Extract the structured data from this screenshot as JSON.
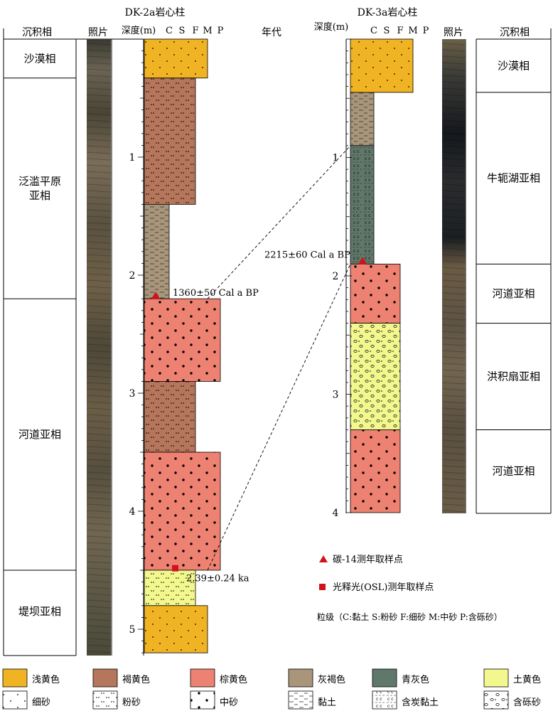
{
  "columns": {
    "left_title": "DK-2a岩心柱",
    "right_title": "DK-3a岩心柱",
    "facies_header": "沉积相",
    "photo_header": "照片",
    "depth_header": "深度(m)",
    "age_header": "年代",
    "grain_headers": [
      "C",
      "S",
      "F",
      "M",
      "P"
    ]
  },
  "left_core": {
    "depth_ticks": [
      "1",
      "2",
      "3",
      "4",
      "5"
    ],
    "facies": [
      {
        "label": "沙漠相",
        "top": 0,
        "bottom": 0.33
      },
      {
        "label": "泛滥平原\n亚相",
        "top": 0.33,
        "bottom": 2.2
      },
      {
        "label": "河道亚相",
        "top": 2.2,
        "bottom": 4.5
      },
      {
        "label": "堤坝亚相",
        "top": 4.5,
        "bottom": 5.2
      }
    ],
    "layers": [
      {
        "top": 0,
        "bottom": 0.33,
        "grain": "M",
        "color": "#f0b323",
        "pattern": "fine"
      },
      {
        "top": 0.33,
        "bottom": 1.4,
        "grain": "F",
        "color": "#b5765b",
        "pattern": "silt"
      },
      {
        "top": 1.4,
        "bottom": 2.2,
        "grain": "C",
        "color": "#a8957a",
        "pattern": "clay"
      },
      {
        "top": 2.2,
        "bottom": 2.9,
        "grain": "P",
        "color": "#ee8272",
        "pattern": "medium"
      },
      {
        "top": 2.9,
        "bottom": 3.5,
        "grain": "F",
        "color": "#b5765b",
        "pattern": "silt"
      },
      {
        "top": 3.5,
        "bottom": 4.5,
        "grain": "P",
        "color": "#ee8272",
        "pattern": "medium"
      },
      {
        "top": 4.5,
        "bottom": 4.8,
        "grain": "F",
        "color": "#f2f78e",
        "pattern": "silt"
      },
      {
        "top": 4.8,
        "bottom": 5.2,
        "grain": "M",
        "color": "#f0b323",
        "pattern": "fine"
      }
    ],
    "samples": [
      {
        "type": "c14",
        "depth": 2.17,
        "label": "1360±50 Cal a BP"
      },
      {
        "type": "osl",
        "depth": 4.48,
        "label": "2.39±0.24 ka"
      }
    ]
  },
  "right_core": {
    "depth_ticks": [
      "1",
      "2",
      "3",
      "4"
    ],
    "facies": [
      {
        "label": "沙漠相",
        "top": 0,
        "bottom": 0.45
      },
      {
        "label": "牛轭湖亚相",
        "top": 0.45,
        "bottom": 1.9
      },
      {
        "label": "河道亚相",
        "top": 1.9,
        "bottom": 2.4
      },
      {
        "label": "洪积扇亚相",
        "top": 2.4,
        "bottom": 3.3
      },
      {
        "label": "河道亚相",
        "top": 3.3,
        "bottom": 4.0
      }
    ],
    "layers": [
      {
        "top": 0,
        "bottom": 0.45,
        "grain": "M",
        "color": "#f0b323",
        "pattern": "fine"
      },
      {
        "top": 0.45,
        "bottom": 0.9,
        "grain": "C",
        "color": "#a8957a",
        "pattern": "clay"
      },
      {
        "top": 0.9,
        "bottom": 1.9,
        "grain": "C",
        "color": "#60786a",
        "pattern": "carb"
      },
      {
        "top": 1.9,
        "bottom": 2.4,
        "grain": "F",
        "color": "#ee8272",
        "pattern": "medium"
      },
      {
        "top": 2.4,
        "bottom": 3.3,
        "grain": "F",
        "color": "#f2f78e",
        "pattern": "gravel"
      },
      {
        "top": 3.3,
        "bottom": 4.0,
        "grain": "F",
        "color": "#ee8272",
        "pattern": "medium"
      }
    ],
    "samples": [
      {
        "type": "c14",
        "depth": 1.87,
        "label": "2215±60 Cal a BP"
      }
    ]
  },
  "marker_legend": {
    "c14": "碳-14测年取样点",
    "osl": "光释光(OSL)测年取样点",
    "grain_note": "粒级（C:黏土 S:粉砂 F:细砂 M:中砂 P:含砾砂）"
  },
  "legend": {
    "colors": [
      {
        "label": "浅黄色",
        "color": "#f0b323"
      },
      {
        "label": "褐黄色",
        "color": "#b5765b"
      },
      {
        "label": "棕黄色",
        "color": "#ee8272"
      },
      {
        "label": "灰褐色",
        "color": "#a8957a"
      },
      {
        "label": "青灰色",
        "color": "#60786a"
      },
      {
        "label": "土黄色",
        "color": "#f2f78e"
      }
    ],
    "patterns": [
      {
        "label": "细砂",
        "pattern": "fine"
      },
      {
        "label": "粉砂",
        "pattern": "silt"
      },
      {
        "label": "中砂",
        "pattern": "medium"
      },
      {
        "label": "黏土",
        "pattern": "clay"
      },
      {
        "label": "含炭黏土",
        "pattern": "carb"
      },
      {
        "label": "含砾砂",
        "pattern": "gravel"
      }
    ]
  }
}
